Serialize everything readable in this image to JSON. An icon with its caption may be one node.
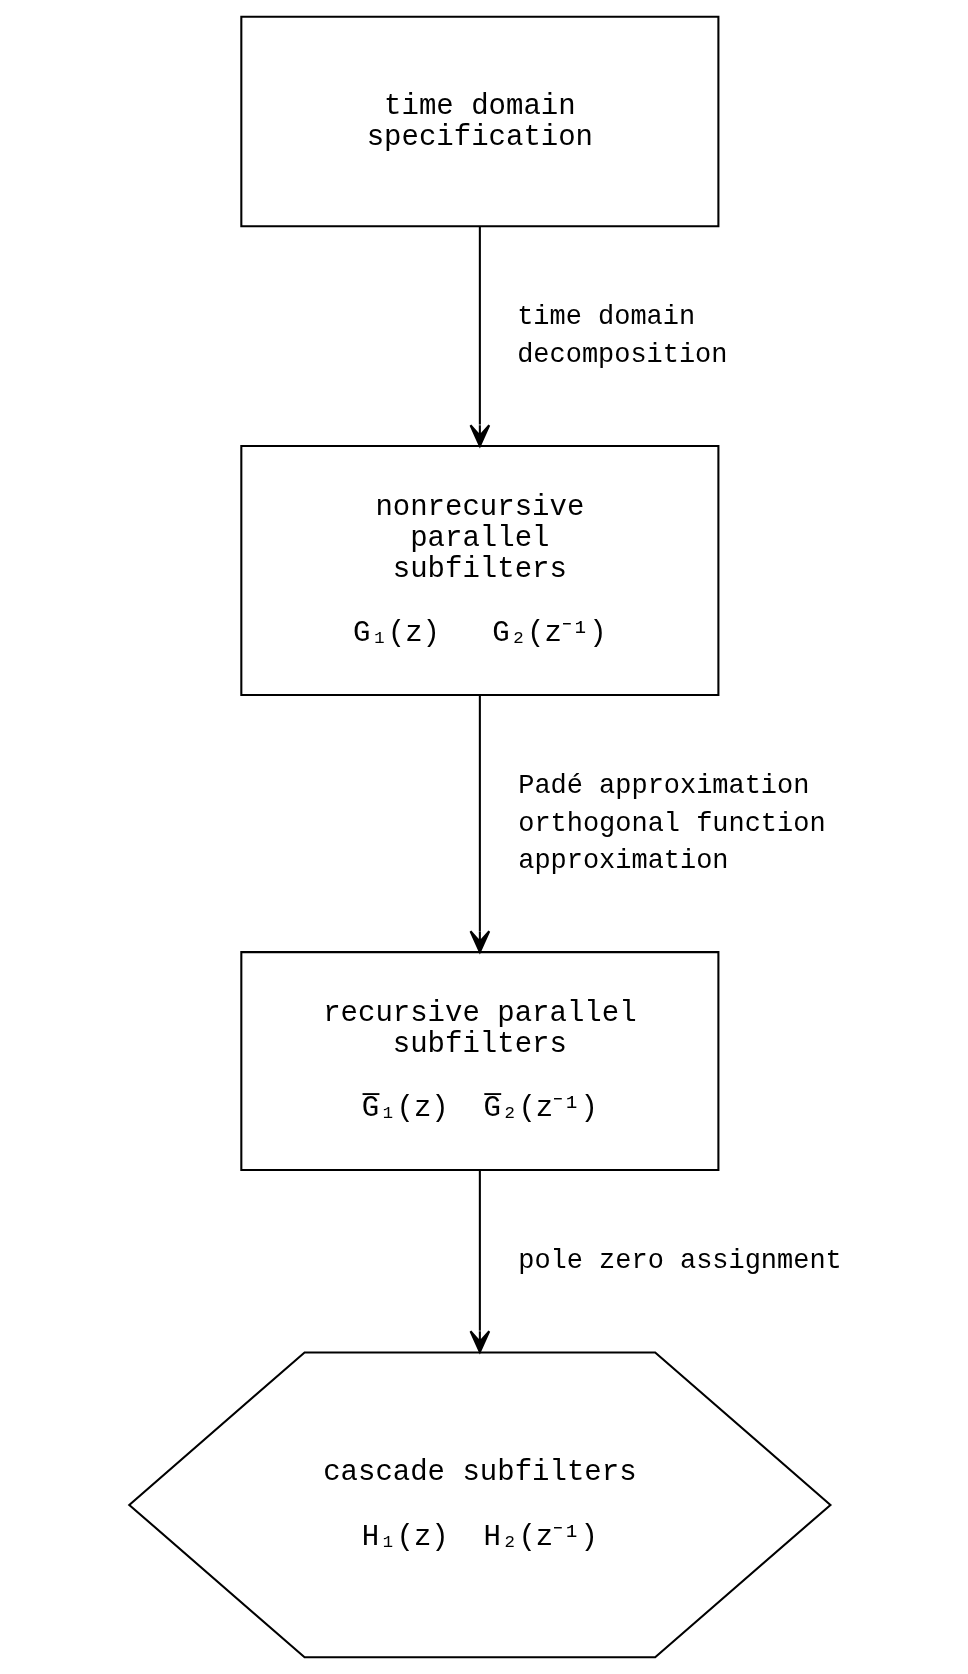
{
  "diagram": {
    "nodes": [
      {
        "text": [
          "time domain specification"
        ]
      },
      {
        "text": [
          "nonrecursive parallel subfilters",
          "G₁(z)   G₂(z⁻¹)"
        ]
      },
      {
        "text": [
          "recursive parallel subfilters",
          "G̅₁(z)  G̅₂(z⁻¹)"
        ]
      },
      {
        "text": [
          "cascade subfilters",
          "H₁(z)  H₂(z⁻¹)"
        ]
      }
    ],
    "edges": [
      {
        "from": 0,
        "to": 1,
        "arrow": "to",
        "label": "time domain decomposition"
      },
      {
        "from": 1,
        "to": 2,
        "arrow": "to",
        "label": "Padé approximation orthogonal function approximation"
      },
      {
        "from": 2,
        "to": 3,
        "arrow": "to",
        "label": "pole zero assignment"
      }
    ]
  }
}
